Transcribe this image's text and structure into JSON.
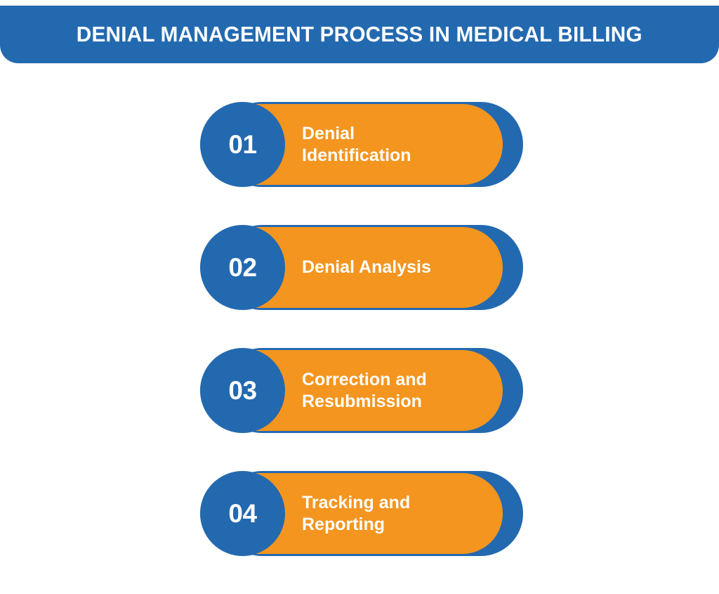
{
  "header": {
    "title": "Denial Management Process in Medical Billing"
  },
  "colors": {
    "blue": "#2369b0",
    "orange": "#f4951f",
    "text_on_fill": "#ffffff",
    "background": "#ffffff"
  },
  "steps": [
    {
      "number": "01",
      "label": "Denial Identification",
      "lines": [
        "Denial",
        "Identification"
      ]
    },
    {
      "number": "02",
      "label": "Denial Analysis",
      "lines": [
        "Denial Analysis"
      ]
    },
    {
      "number": "03",
      "label": "Correction and Resubmission",
      "lines": [
        "Correction and",
        "Resubmission"
      ]
    },
    {
      "number": "04",
      "label": "Tracking and Reporting",
      "lines": [
        "Tracking and",
        "Reporting"
      ]
    }
  ]
}
